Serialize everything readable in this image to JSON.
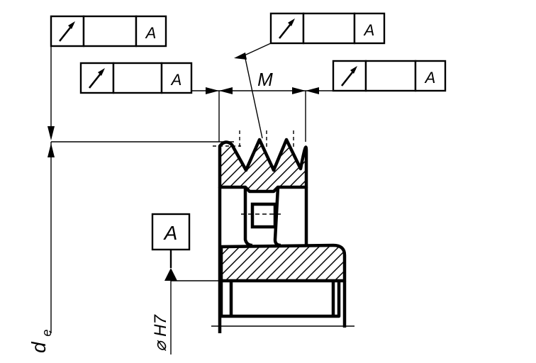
{
  "diagram": {
    "frames": [
      {
        "id": "fcf-top-left",
        "symbol": "circular-runout-arrow-icon",
        "datum": "A"
      },
      {
        "id": "fcf-top-right",
        "symbol": "circular-runout-arrow-icon",
        "datum": "A"
      },
      {
        "id": "fcf-mid-left",
        "symbol": "circular-runout-arrow-icon",
        "datum": "A"
      },
      {
        "id": "fcf-mid-right",
        "symbol": "circular-runout-arrow-icon",
        "datum": "A"
      }
    ],
    "datum_box": "A",
    "dimension_m": "M",
    "diameter_bore": "⌀ H7",
    "diameter_d_main": "d",
    "diameter_d_sub": "e"
  }
}
